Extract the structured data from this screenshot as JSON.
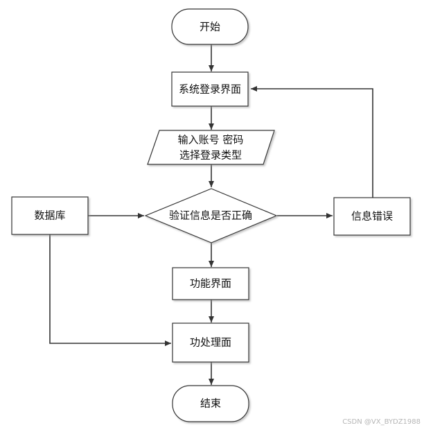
{
  "flowchart": {
    "start": "开始",
    "login_screen": "系统登录界面",
    "input_line1": "输入账号 密码",
    "input_line2": "选择登录类型",
    "decision": "验证信息是否正确",
    "database": "数据库",
    "error": "信息错误",
    "function_screen": "功能界面",
    "function_process": "功处理面",
    "end": "结束"
  },
  "watermark": "CSDN @VX_BYDZ1988"
}
